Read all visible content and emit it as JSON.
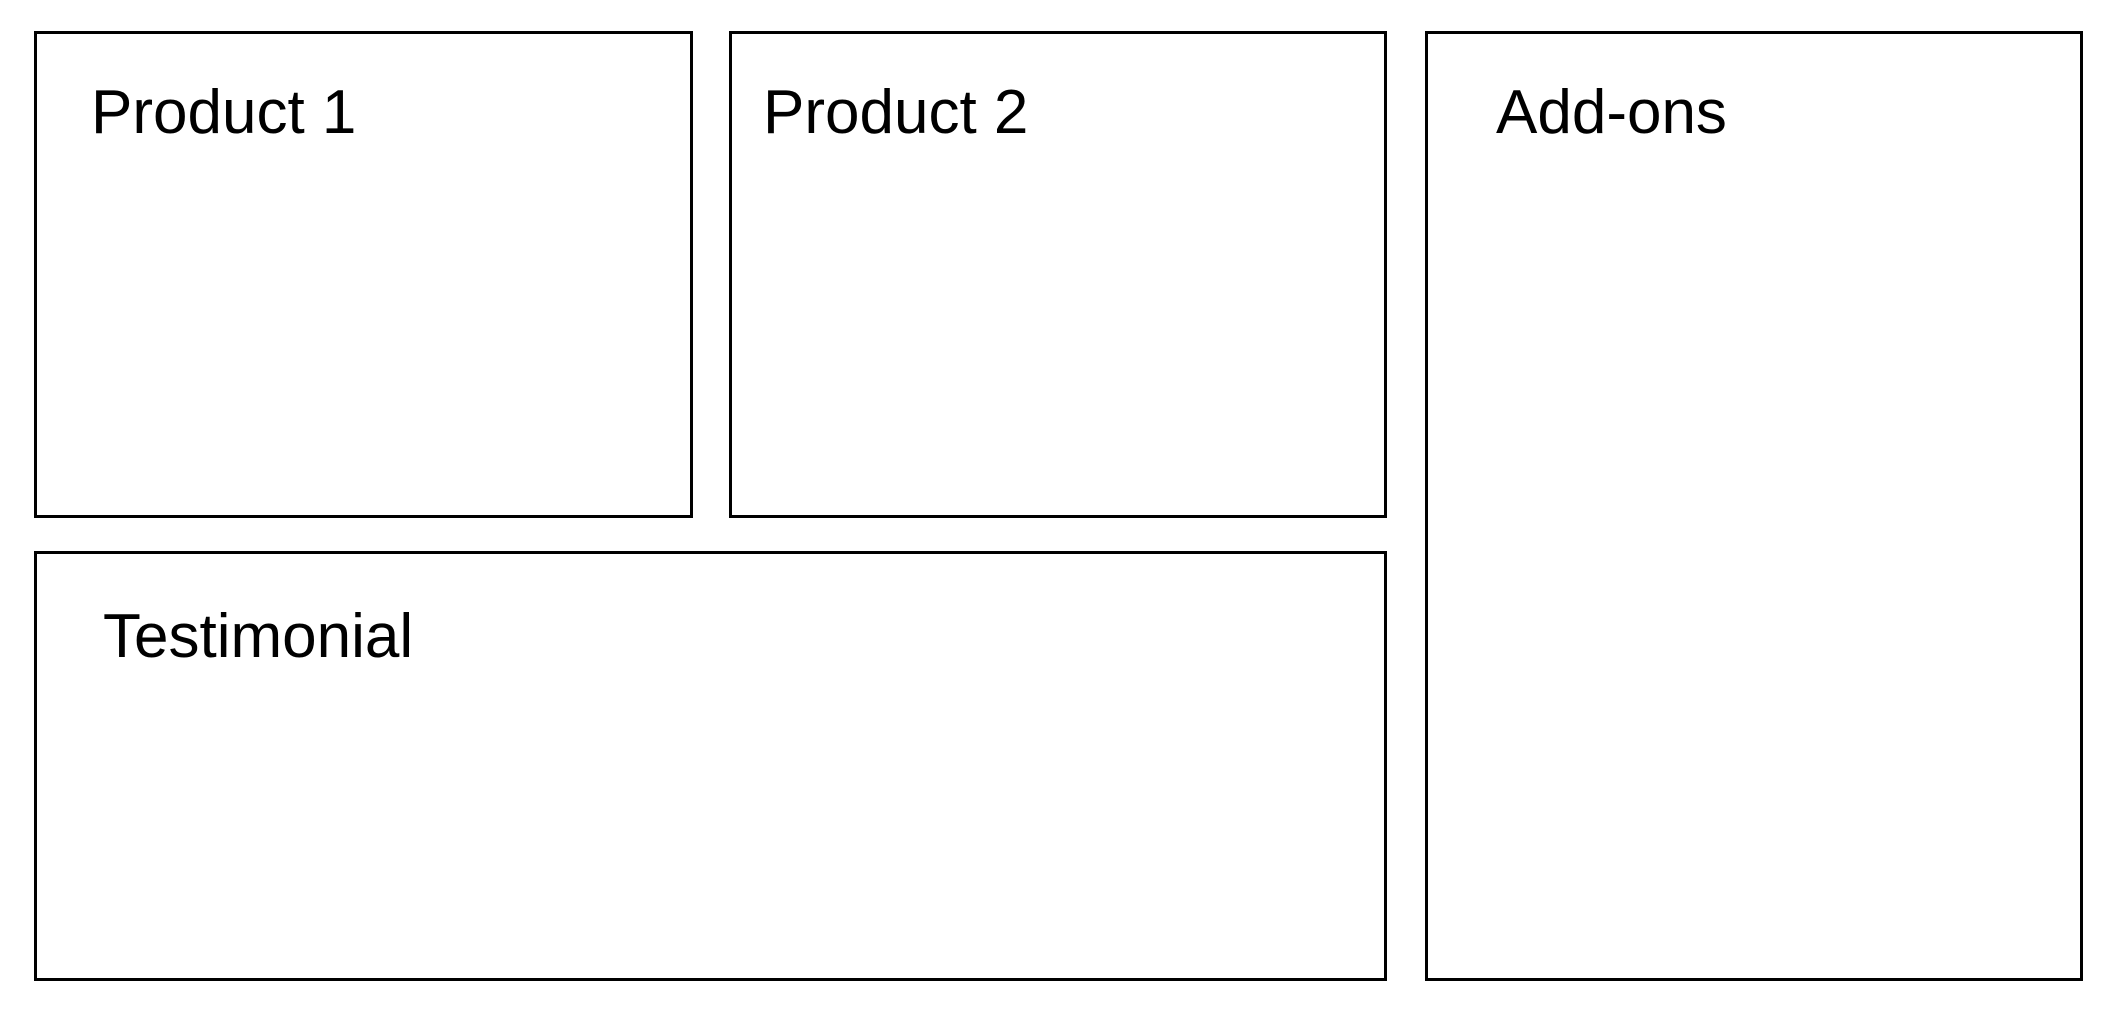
{
  "layout": {
    "sections": [
      {
        "id": "product-1",
        "title": "Product 1"
      },
      {
        "id": "product-2",
        "title": "Product 2"
      },
      {
        "id": "addons",
        "title": "Add-ons"
      },
      {
        "id": "testimonial",
        "title": "Testimonial"
      }
    ]
  },
  "colors": {
    "border": "#000000",
    "background": "#ffffff",
    "text": "#000000"
  }
}
